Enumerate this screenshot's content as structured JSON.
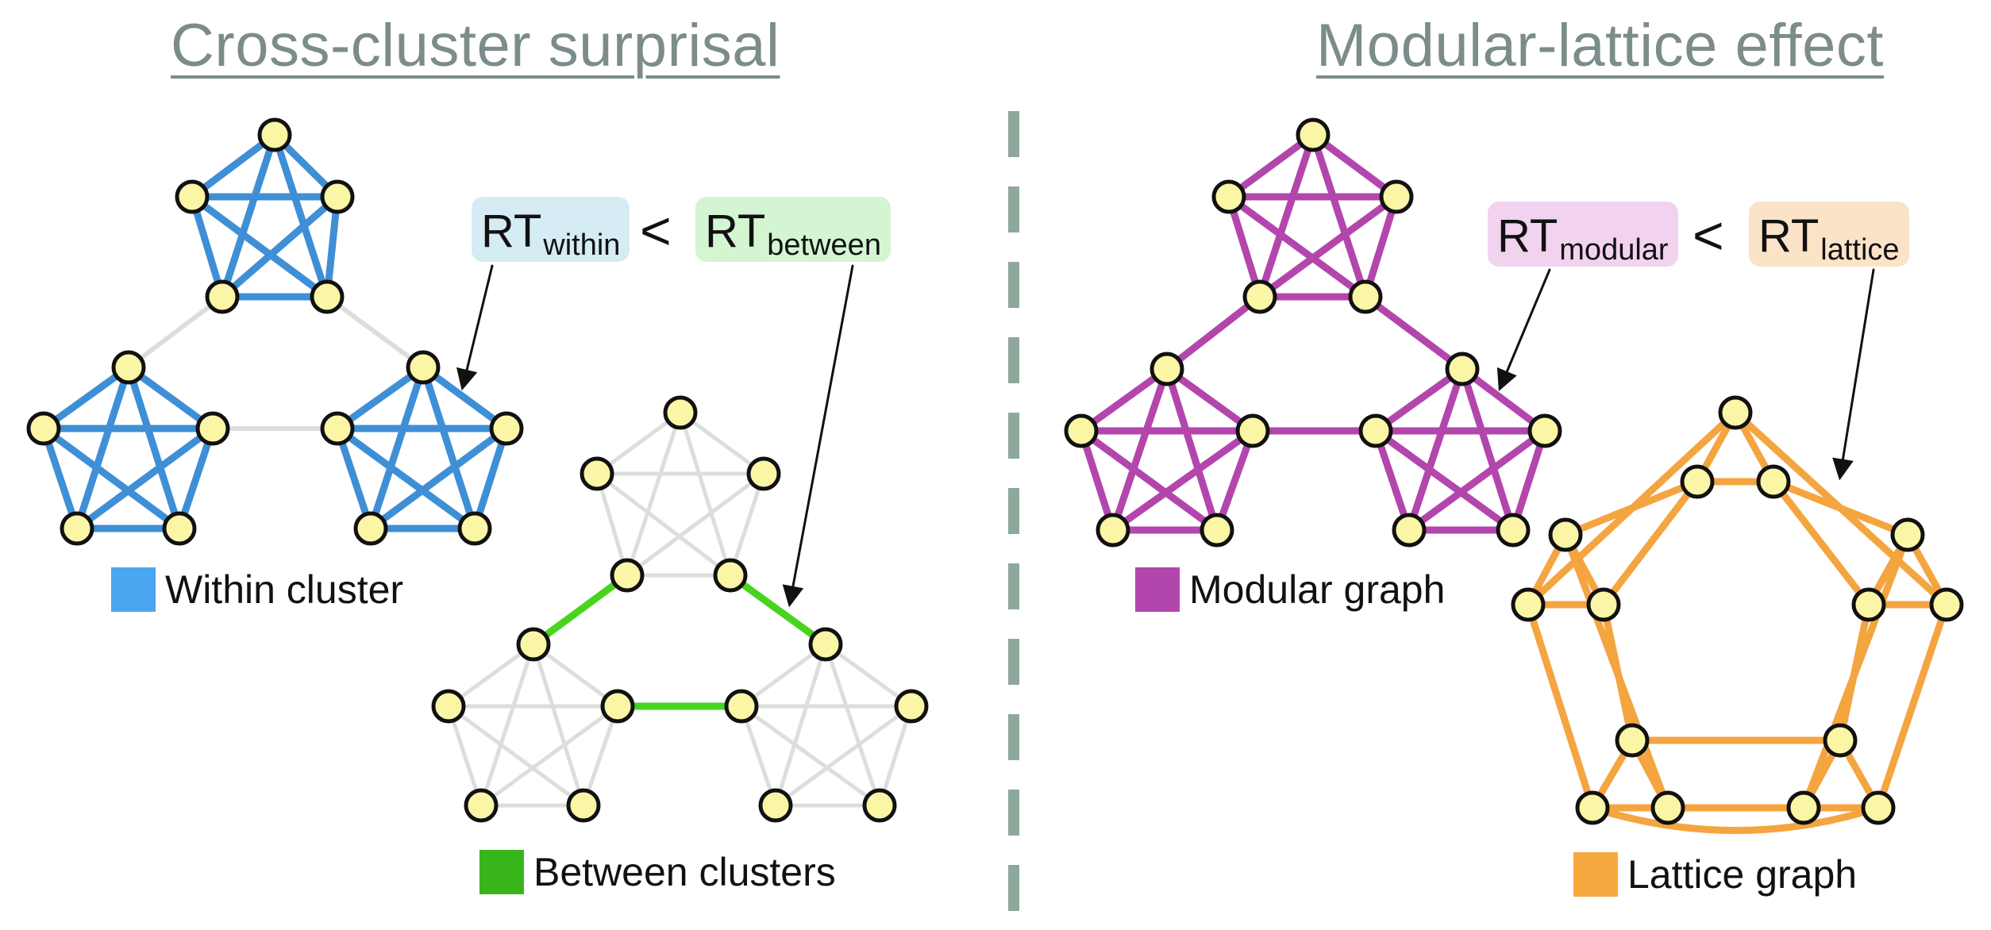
{
  "titles": {
    "left": "Cross-cluster surprisal",
    "right": "Modular-lattice effect"
  },
  "rt_labels": {
    "within": {
      "main": "RT",
      "sub": "within"
    },
    "between": {
      "main": "RT",
      "sub": "between"
    },
    "modular": {
      "main": "RT",
      "sub": "modular"
    },
    "lattice": {
      "main": "RT",
      "sub": "lattice"
    },
    "less_than": "<"
  },
  "legends": {
    "within": "Within cluster",
    "between": "Between clusters",
    "modular": "Modular graph",
    "lattice": "Lattice graph"
  },
  "colors": {
    "within_edge": "#3f8fd6",
    "within_swatch": "#4aa6ef",
    "between_edge": "#48d41e",
    "between_swatch": "#37b51a",
    "inactive_edge": "#dcdedc",
    "modular_edge": "#b346ad",
    "modular_swatch": "#b346ad",
    "lattice_edge": "#f4a540",
    "lattice_swatch": "#f7a83f",
    "node_fill": "#fbf5a6",
    "node_stroke": "#111111",
    "within_box": "#d6ecf5",
    "between_box": "#d4f5d2",
    "modular_box": "#f2d3ef",
    "lattice_box": "#fbe3c8",
    "title_text": "#7b8c8b",
    "divider": "#8ea89c"
  }
}
